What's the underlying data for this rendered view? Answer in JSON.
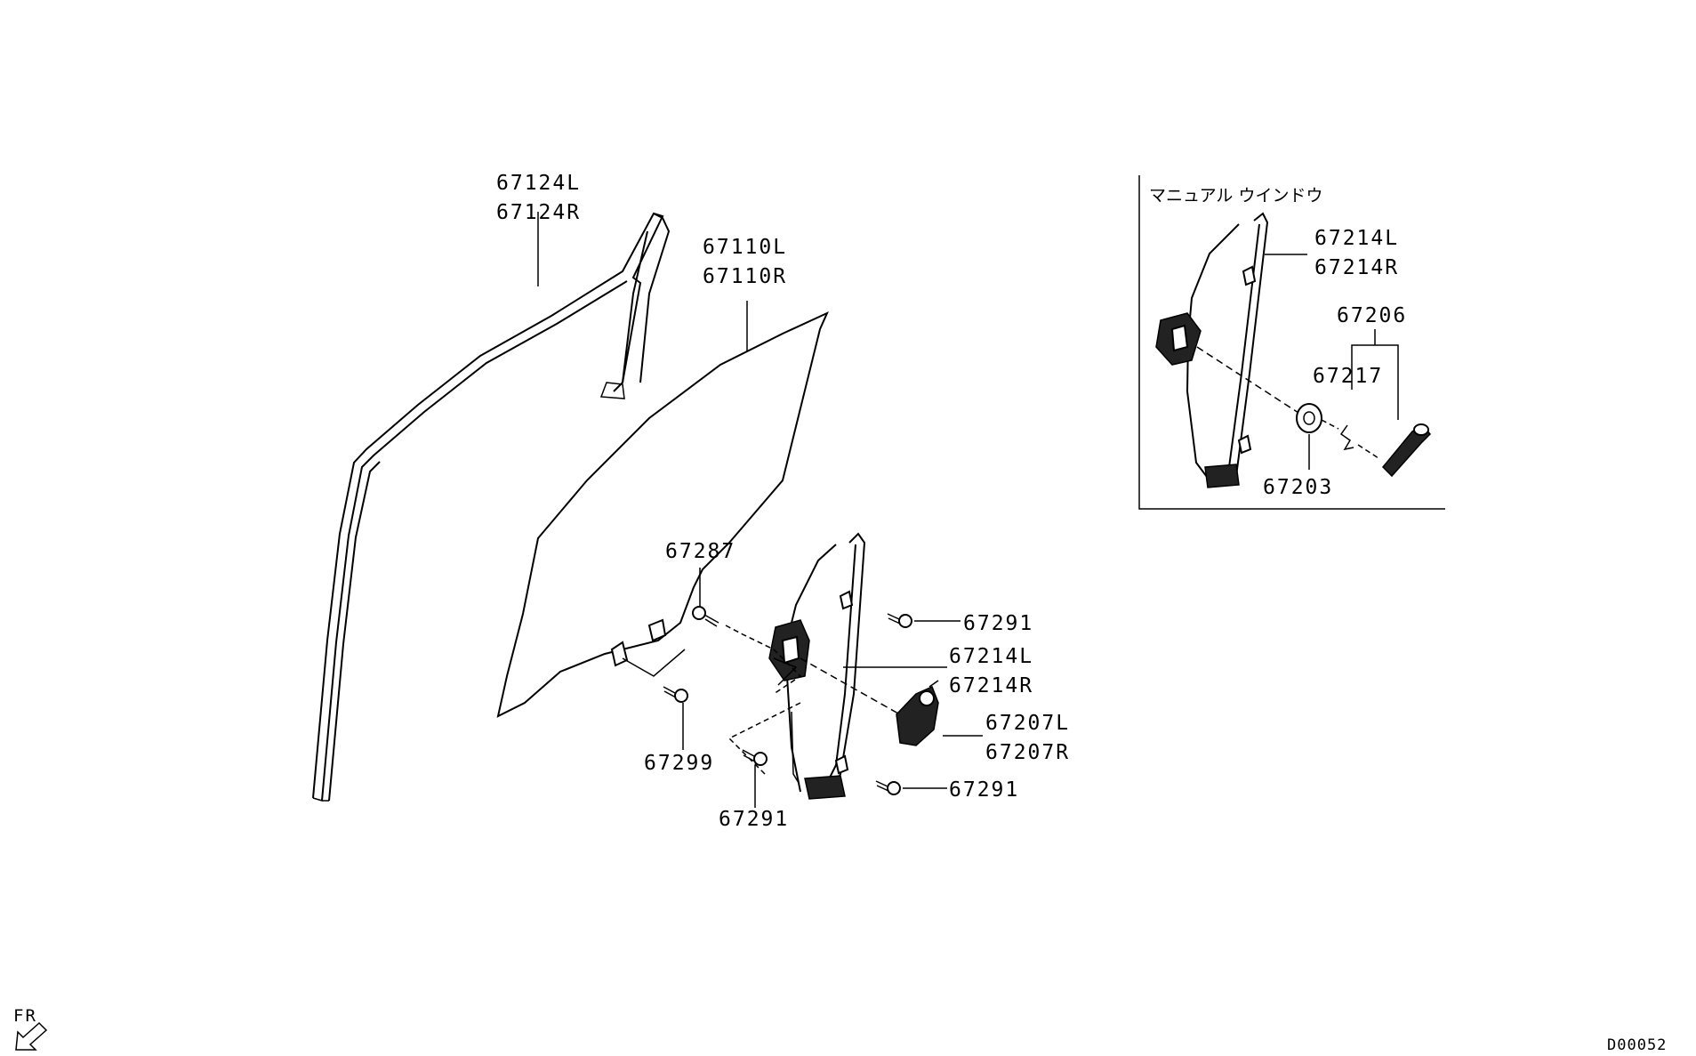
{
  "labels": {
    "p67124L": "67124L",
    "p67124R": "67124R",
    "p67110L": "67110L",
    "p67110R": "67110R",
    "p67287": "67287",
    "p67291_a": "67291",
    "p67214L": "67214L",
    "p67214R": "67214R",
    "p67207L": "67207L",
    "p67207R": "67207R",
    "p67291_b": "67291",
    "p67299": "67299",
    "p67291_c": "67291"
  },
  "inset": {
    "title": "マニュアル  ウインドウ",
    "p67214L": "67214L",
    "p67214R": "67214R",
    "p67206": "67206",
    "p67217": "67217",
    "p67203": "67203"
  },
  "fr_label": "FR",
  "diagram_code": "D00052"
}
